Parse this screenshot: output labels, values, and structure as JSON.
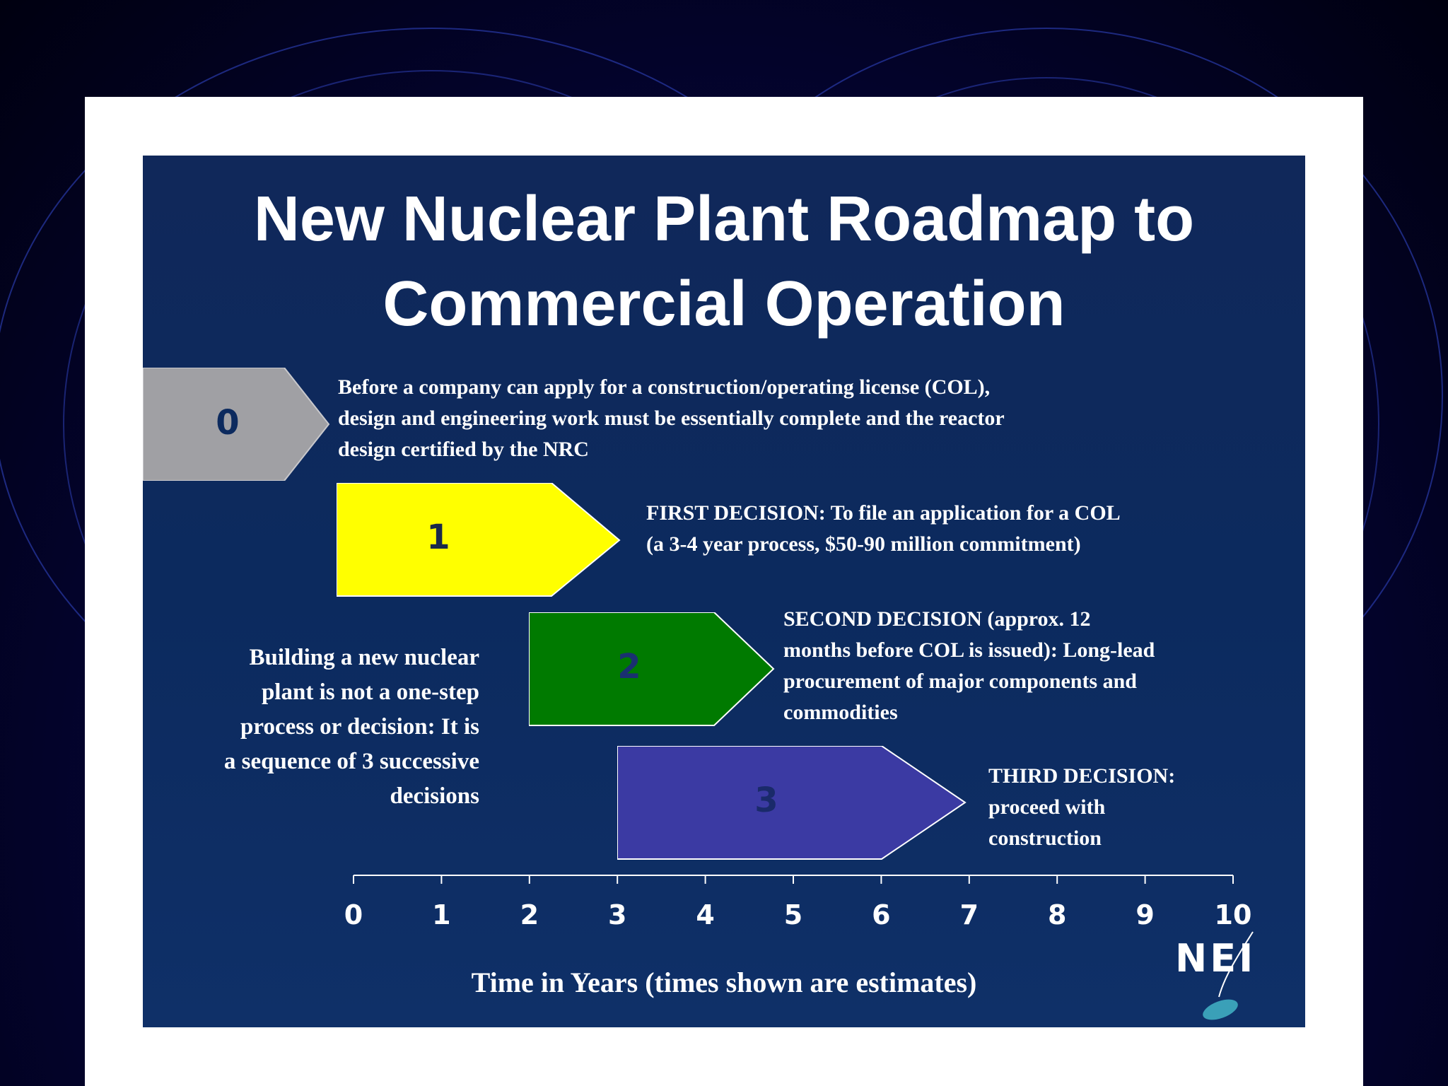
{
  "title_line1": "New Nuclear Plant Roadmap to",
  "title_line2": "Commercial Operation",
  "colors": {
    "panel": "#0c2a5e",
    "stage0": "#a0a0a4",
    "stage1": "#ffff00",
    "stage2": "#007a00",
    "stage3": "#3b3aa3"
  },
  "stages": [
    {
      "number": "0",
      "start_year": -2.4,
      "end_year": 0,
      "description": "Before a company can apply for a construction/operating license (COL),\ndesign and engineering work must be essentially complete and the reactor\ndesign certified by the NRC"
    },
    {
      "number": "1",
      "start_year": -0.2,
      "end_year": 3,
      "description": "FIRST DECISION:  To file an application for a COL\n(a 3-4 year process, $50-90 million commitment)"
    },
    {
      "number": "2",
      "start_year": 2,
      "end_year": 4.8,
      "description": "SECOND DECISION (approx. 12\nmonths before COL is issued):  Long-lead\nprocurement of major components and\ncommodities"
    },
    {
      "number": "3",
      "start_year": 3,
      "end_year": 7,
      "description": "THIRD DECISION:\nproceed with\nconstruction"
    }
  ],
  "left_note": "Building a new nuclear\nplant is not a one-step\nprocess or decision:  It is\na sequence of 3 successive\ndecisions",
  "axis": {
    "ticks": [
      "0",
      "1",
      "2",
      "3",
      "4",
      "5",
      "6",
      "7",
      "8",
      "9",
      "10"
    ],
    "caption": "Time in Years (times shown are estimates)"
  },
  "logo": {
    "text": "NEI"
  }
}
